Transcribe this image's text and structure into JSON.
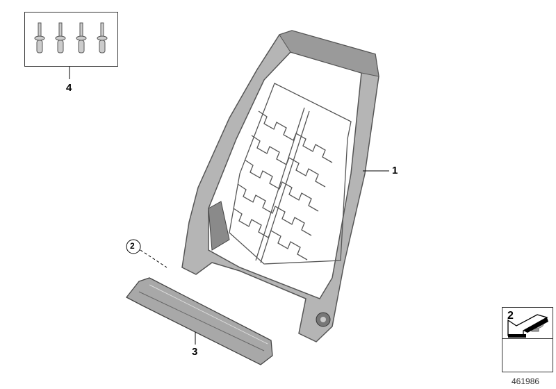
{
  "diagram_number": "461986",
  "callouts": {
    "frame": "1",
    "screw_circled": "2",
    "crossbar": "3",
    "rivets": "4",
    "legend_screw": "2"
  },
  "colors": {
    "line": "#000000",
    "part_gray": "#8a8a8a",
    "part_light": "#c8c8c8"
  }
}
